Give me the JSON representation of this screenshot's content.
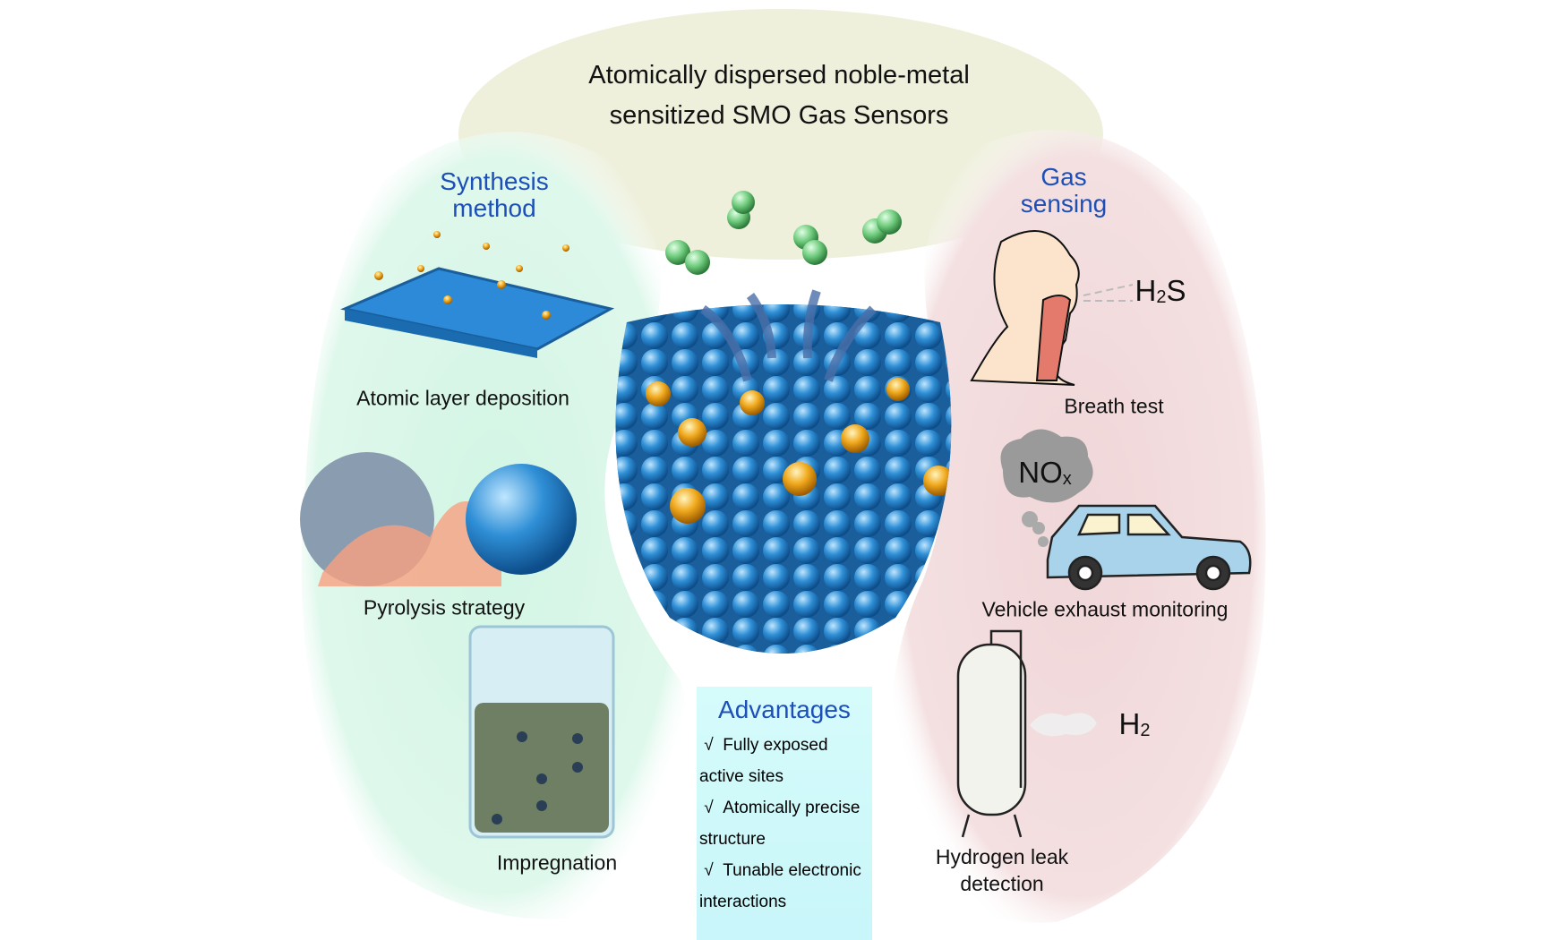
{
  "title": {
    "line1": "Atomically dispersed noble-metal",
    "line2": "sensitized SMO Gas Sensors"
  },
  "synthesis": {
    "heading_line1": "Synthesis",
    "heading_line2": "method",
    "methods": [
      "Atomic layer deposition",
      "Pyrolysis strategy",
      "Impregnation"
    ]
  },
  "advantages": {
    "heading": "Advantages",
    "items": [
      {
        "check": "√",
        "line1": "Fully exposed",
        "line2": "active sites"
      },
      {
        "check": "√",
        "line1": "Atomically precise",
        "line2": "structure"
      },
      {
        "check": "√",
        "line1": "Tunable electronic",
        "line2": "interactions"
      }
    ]
  },
  "gas_sensing": {
    "heading_line1": "Gas",
    "heading_line2": "sensing",
    "applications": [
      {
        "label": "Breath test",
        "gas_main": "H",
        "gas_sub": "2",
        "gas_tail": "S"
      },
      {
        "label": "Vehicle exhaust monitoring",
        "gas_main": "NO",
        "gas_sub": "x",
        "gas_tail": ""
      },
      {
        "label_line1": "Hydrogen leak",
        "label_line2": "detection",
        "gas_main": "H",
        "gas_sub": "2",
        "gas_tail": ""
      }
    ]
  },
  "colors": {
    "heading_blue": "#1d4fb8",
    "green_zone": "#dcf7e8",
    "pink_zone": "#f3dcdd",
    "olive_zone": "#eef0dc"
  }
}
